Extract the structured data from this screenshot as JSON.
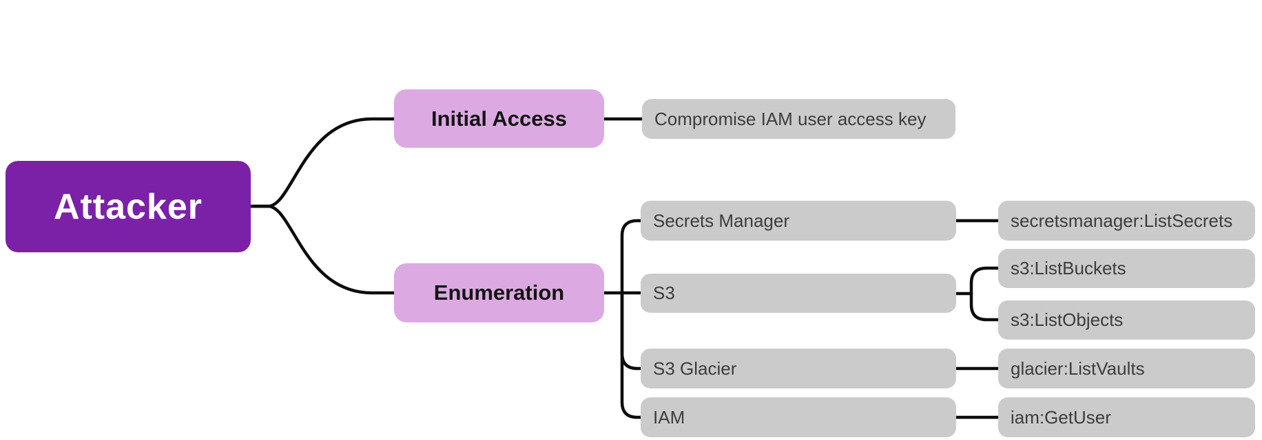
{
  "diagram": {
    "type": "mindmap",
    "root": {
      "label": "Attacker"
    },
    "branches": [
      {
        "label": "Initial Access",
        "children": [
          {
            "label": "Compromise IAM user access key"
          }
        ]
      },
      {
        "label": "Enumeration",
        "children": [
          {
            "label": "Secrets Manager",
            "children": [
              {
                "label": "secretsmanager:ListSecrets"
              }
            ]
          },
          {
            "label": "S3",
            "children": [
              {
                "label": "s3:ListBuckets"
              },
              {
                "label": "s3:ListObjects"
              }
            ]
          },
          {
            "label": "S3 Glacier",
            "children": [
              {
                "label": "glacier:ListVaults"
              }
            ]
          },
          {
            "label": "IAM",
            "children": [
              {
                "label": "iam:GetUser"
              }
            ]
          }
        ]
      }
    ],
    "colors": {
      "root_bg": "#7b21a8",
      "root_text": "#ffffff",
      "branch_bg": "#dca9e2",
      "branch_text": "#141414",
      "leaf_bg": "#cbcbcb",
      "leaf_text": "#3d3d3d",
      "line": "#0d0d0d"
    }
  }
}
